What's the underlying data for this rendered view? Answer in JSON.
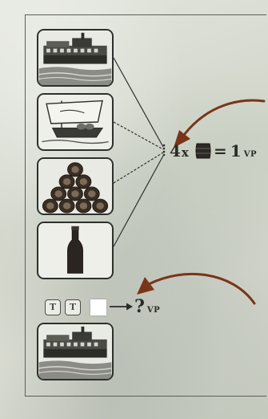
{
  "rule1": {
    "count": "4",
    "multiplier": "x",
    "equals": "=",
    "points": "1",
    "unit": "VP"
  },
  "rule2": {
    "token_1": "T",
    "token_2": "T",
    "points": "?",
    "unit": "VP"
  },
  "colors": {
    "arrow": "#7a3418",
    "ink": "#2a2b27",
    "tile_border": "#2e302c",
    "paper": "#e9eae3"
  },
  "icons": [
    "steamboat-icon",
    "sailboat-icon",
    "barrel-pyramid-icon",
    "wine-bottle-icon",
    "barrel-icon",
    "steamboat-icon"
  ]
}
